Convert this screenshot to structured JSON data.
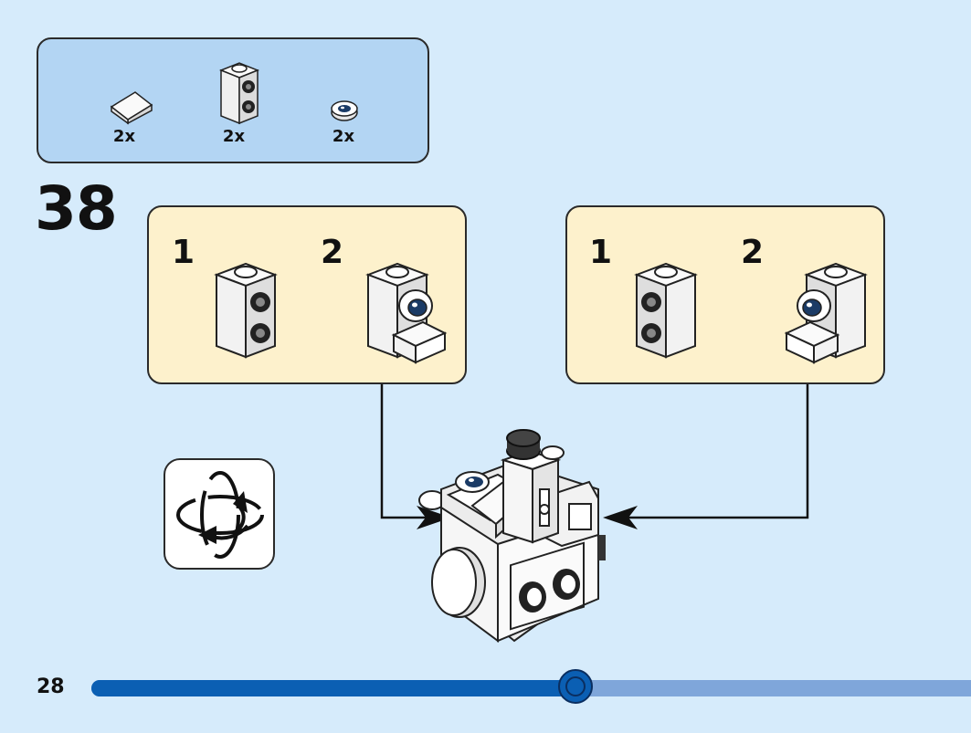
{
  "parts_list": {
    "items": [
      {
        "icon": "slope-tile-icon",
        "qty": "2x"
      },
      {
        "icon": "bracket-brick-icon",
        "qty": "2x"
      },
      {
        "icon": "round-eye-tile-icon",
        "qty": "2x"
      }
    ]
  },
  "step": {
    "number": "38"
  },
  "sub_assemblies": [
    {
      "sub_steps": [
        {
          "label": "1"
        },
        {
          "label": "2"
        }
      ]
    },
    {
      "sub_steps": [
        {
          "label": "1"
        },
        {
          "label": "2"
        }
      ]
    }
  ],
  "rotate": {
    "icon": "rotate-model-icon"
  },
  "page": {
    "number": "28"
  },
  "progress": {
    "fraction": 0.55
  },
  "colors": {
    "background": "#d6ebfb",
    "parts_box": "#b3d5f3",
    "sub_box": "#fdf1cc",
    "progress_fill": "#0b5fb3",
    "progress_track": "#7fa6da"
  }
}
